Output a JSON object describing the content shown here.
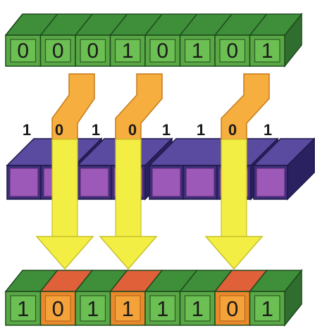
{
  "input_register": {
    "bits": [
      "0",
      "0",
      "0",
      "1",
      "0",
      "1",
      "0",
      "1"
    ]
  },
  "mask_register": {
    "bits": [
      "1",
      "0",
      "1",
      "0",
      "1",
      "1",
      "0",
      "1"
    ],
    "shown_bits": [
      true,
      true,
      true,
      true,
      true,
      true,
      true,
      true
    ]
  },
  "output_register": {
    "bits": [
      "1",
      "0",
      "1",
      "1",
      "1",
      "1",
      "0",
      "1"
    ],
    "changed": [
      false,
      true,
      false,
      true,
      false,
      false,
      true,
      false
    ]
  },
  "colors": {
    "green_front": "#5aa845",
    "green_top": "#3f8f3a",
    "green_side": "#2f6e2e",
    "orange_front": "#f4a23a",
    "orange_top": "#e0603a",
    "mask_dark": "#3b2f7a",
    "mask_top": "#5a4aa0",
    "mask_purple": "#9d59b8",
    "arrow_yellow": "#f2ee44",
    "arrow_orange": "#f6ae3e",
    "digit": "#1a1a1a"
  }
}
